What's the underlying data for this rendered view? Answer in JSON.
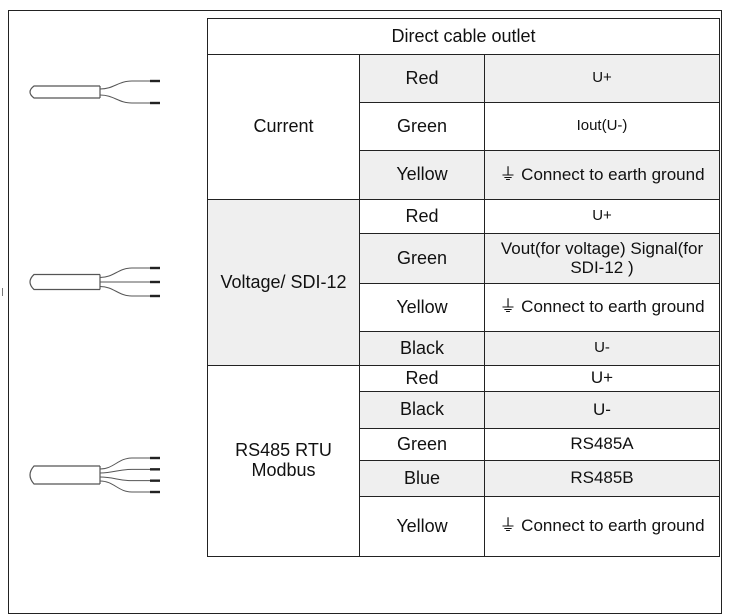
{
  "table": {
    "header": "Direct cable outlet",
    "groups": [
      {
        "name": "Current",
        "rows": [
          {
            "color": "Red",
            "function": "U+"
          },
          {
            "color": "Green",
            "function": "Iout(U-)"
          },
          {
            "color": "Yellow",
            "function": "⏚ Connect to earth ground"
          }
        ]
      },
      {
        "name": "Voltage/ SDI-12",
        "rows": [
          {
            "color": "Red",
            "function": "U+"
          },
          {
            "color": "Green",
            "function": "Vout(for voltage) Signal(for SDI-12 )"
          },
          {
            "color": "Yellow",
            "function": "⏚ Connect to earth ground"
          },
          {
            "color": "Black",
            "function": "U-"
          }
        ]
      },
      {
        "name": "RS485 RTU Modbus",
        "rows": [
          {
            "color": "Red",
            "function": "U+"
          },
          {
            "color": "Black",
            "function": "U-"
          },
          {
            "color": "Green",
            "function": "RS485A"
          },
          {
            "color": "Blue",
            "function": "RS485B"
          },
          {
            "color": "Yellow",
            "function": "⏚ Connect to earth ground"
          }
        ]
      }
    ]
  },
  "cables": [
    {
      "wires": 2
    },
    {
      "wires": 3
    },
    {
      "wires": 4
    }
  ],
  "colors": {
    "border": "#222222",
    "row_shade": "#efefef",
    "cable_stroke": "#555555"
  }
}
